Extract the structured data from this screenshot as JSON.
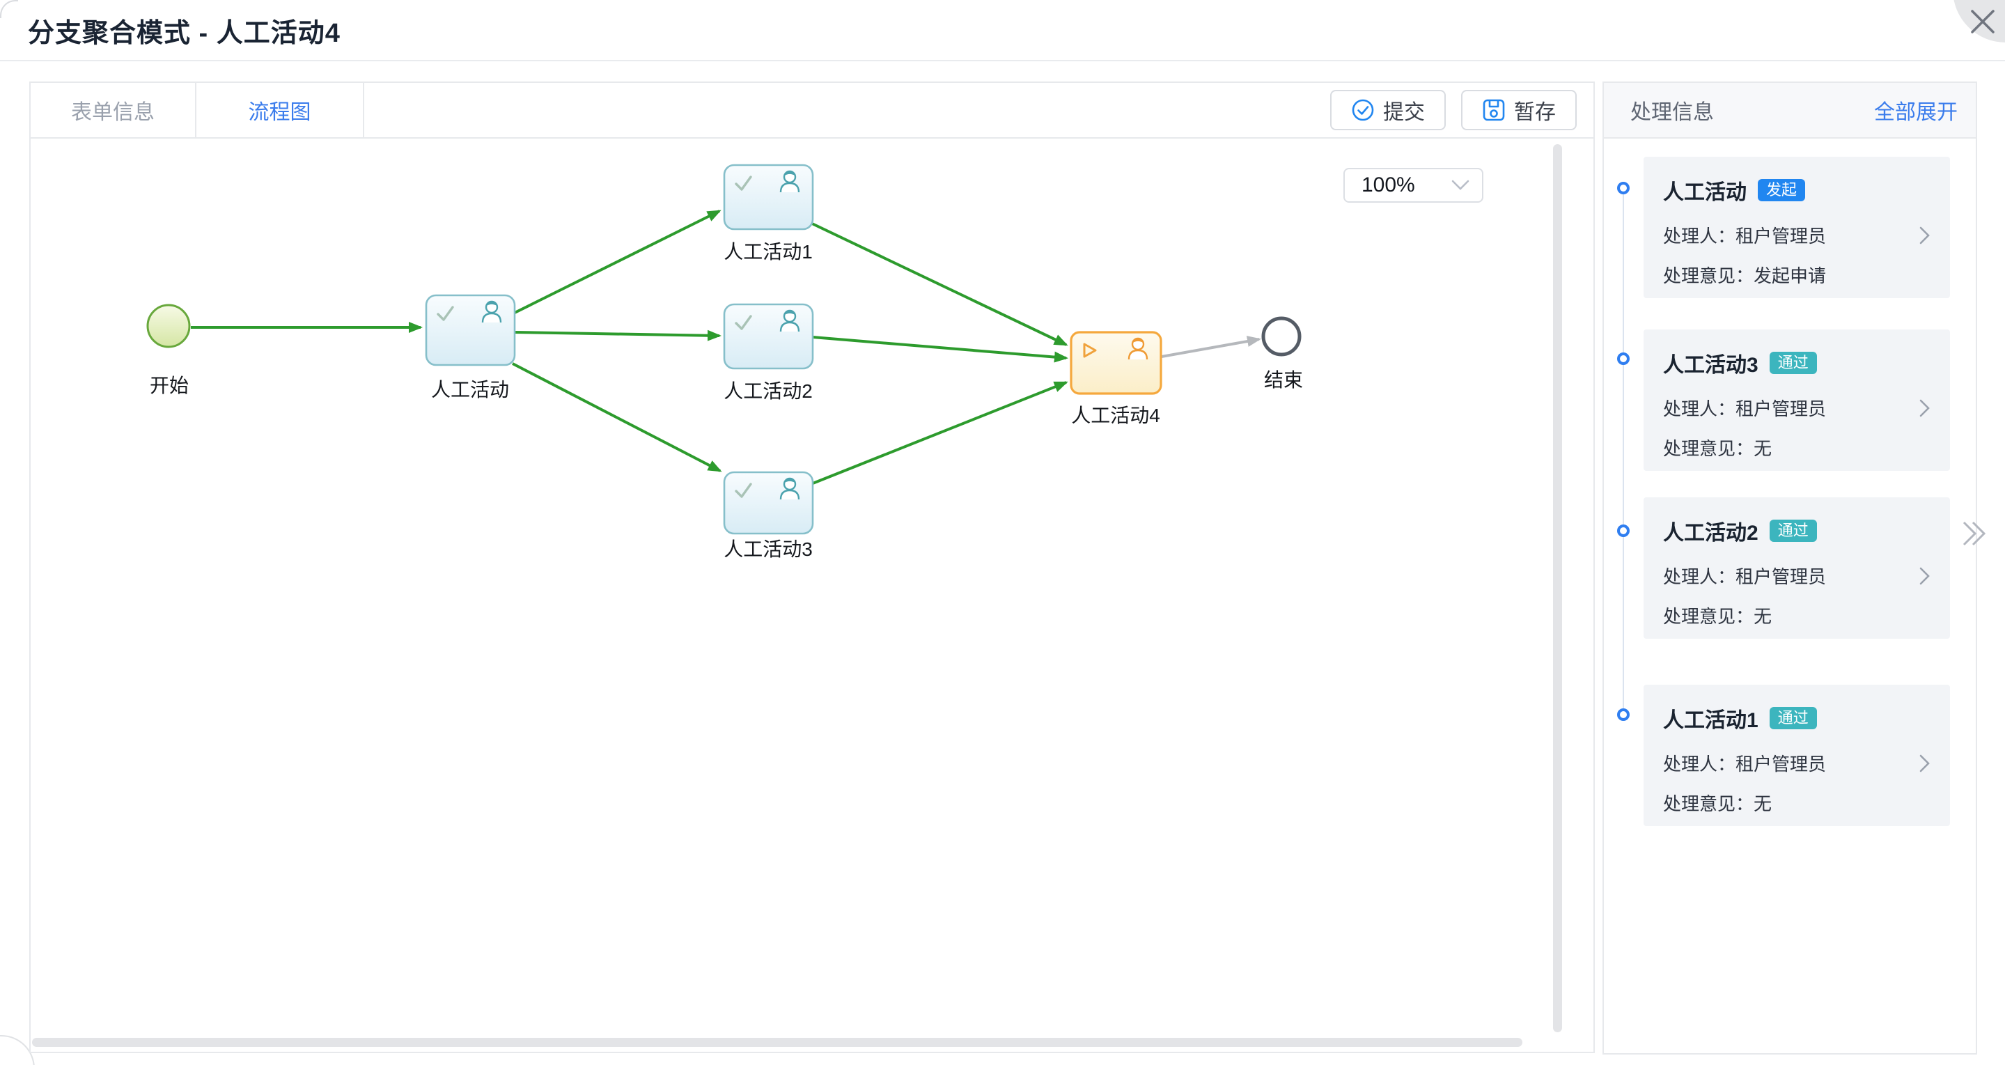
{
  "dialog": {
    "title": "分支聚合模式 - 人工活动4"
  },
  "tabs": [
    {
      "label": "表单信息",
      "active": false
    },
    {
      "label": "流程图",
      "active": true
    }
  ],
  "toolbar": {
    "submit_label": "提交",
    "draft_label": "暂存"
  },
  "canvas": {
    "zoom_value": "100%"
  },
  "flow": {
    "nodes": [
      {
        "id": "start",
        "type": "start-event",
        "label": "开始",
        "status": "done"
      },
      {
        "id": "task0",
        "type": "user-task",
        "label": "人工活动",
        "status": "completed"
      },
      {
        "id": "task1",
        "type": "user-task",
        "label": "人工活动1",
        "status": "completed"
      },
      {
        "id": "task2",
        "type": "user-task",
        "label": "人工活动2",
        "status": "completed"
      },
      {
        "id": "task3",
        "type": "user-task",
        "label": "人工活动3",
        "status": "completed"
      },
      {
        "id": "task4",
        "type": "user-task",
        "label": "人工活动4",
        "status": "current"
      },
      {
        "id": "end",
        "type": "end-event",
        "label": "结束",
        "status": "pending"
      }
    ],
    "edges": [
      {
        "from": "开始",
        "to": "人工活动",
        "status": "done"
      },
      {
        "from": "人工活动",
        "to": "人工活动1",
        "status": "done"
      },
      {
        "from": "人工活动",
        "to": "人工活动2",
        "status": "done"
      },
      {
        "from": "人工活动",
        "to": "人工活动3",
        "status": "done"
      },
      {
        "from": "人工活动1",
        "to": "人工活动4",
        "status": "done"
      },
      {
        "from": "人工活动2",
        "to": "人工活动4",
        "status": "done"
      },
      {
        "from": "人工活动3",
        "to": "人工活动4",
        "status": "done"
      },
      {
        "from": "人工活动4",
        "to": "结束",
        "status": "pending"
      }
    ]
  },
  "panel": {
    "title": "处理信息",
    "expand_all_label": "全部展开",
    "items": [
      {
        "name": "人工活动",
        "badge": "发起",
        "badge_type": "primary",
        "handler_label": "处理人：",
        "handler": "租户管理员",
        "opinion_label": "处理意见：",
        "opinion": "发起申请"
      },
      {
        "name": "人工活动3",
        "badge": "通过",
        "badge_type": "success",
        "handler_label": "处理人：",
        "handler": "租户管理员",
        "opinion_label": "处理意见：",
        "opinion": "无"
      },
      {
        "name": "人工活动2",
        "badge": "通过",
        "badge_type": "success",
        "handler_label": "处理人：",
        "handler": "租户管理员",
        "opinion_label": "处理意见：",
        "opinion": "无"
      },
      {
        "name": "人工活动1",
        "badge": "通过",
        "badge_type": "success",
        "handler_label": "处理人：",
        "handler": "租户管理员",
        "opinion_label": "处理意见：",
        "opinion": "无"
      }
    ]
  },
  "colors": {
    "accent_blue": "#2186f0",
    "success_teal": "#3cb5be",
    "flow_green": "#2d9b2d",
    "task_border": "#86bfca",
    "current_border": "#f5a83d",
    "start_border": "#68a83c",
    "end_border": "#555c66",
    "edge_gray": "#b5b8bc"
  }
}
